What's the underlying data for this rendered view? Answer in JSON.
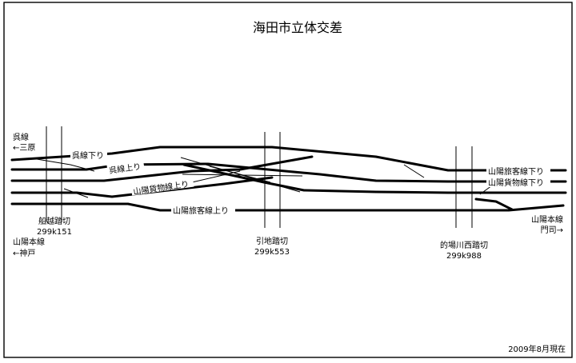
{
  "title": "海田市立体交差",
  "date_note": "2009年8月現在",
  "tracks": {
    "kure_down": "呉線下り",
    "kure_up": "呉線上り",
    "freight_up": "山陽貨物線上り",
    "passenger_up": "山陽旅客線上り",
    "passenger_down": "山陽旅客線下り",
    "freight_down": "山陽貨物線下り"
  },
  "left_labels": {
    "kure_line": "呉線",
    "kure_dir": "←三原",
    "sanyo_main": "山陽本線",
    "sanyo_dir": "←神戸"
  },
  "right_labels": {
    "sanyo_main": "山陽本線",
    "sanyo_dir": "門司→"
  },
  "crossings": [
    {
      "name": "船越踏切",
      "km": "299k151"
    },
    {
      "name": "引地踏切",
      "km": "299k553"
    },
    {
      "name": "的場川西踏切",
      "km": "299k988"
    }
  ]
}
